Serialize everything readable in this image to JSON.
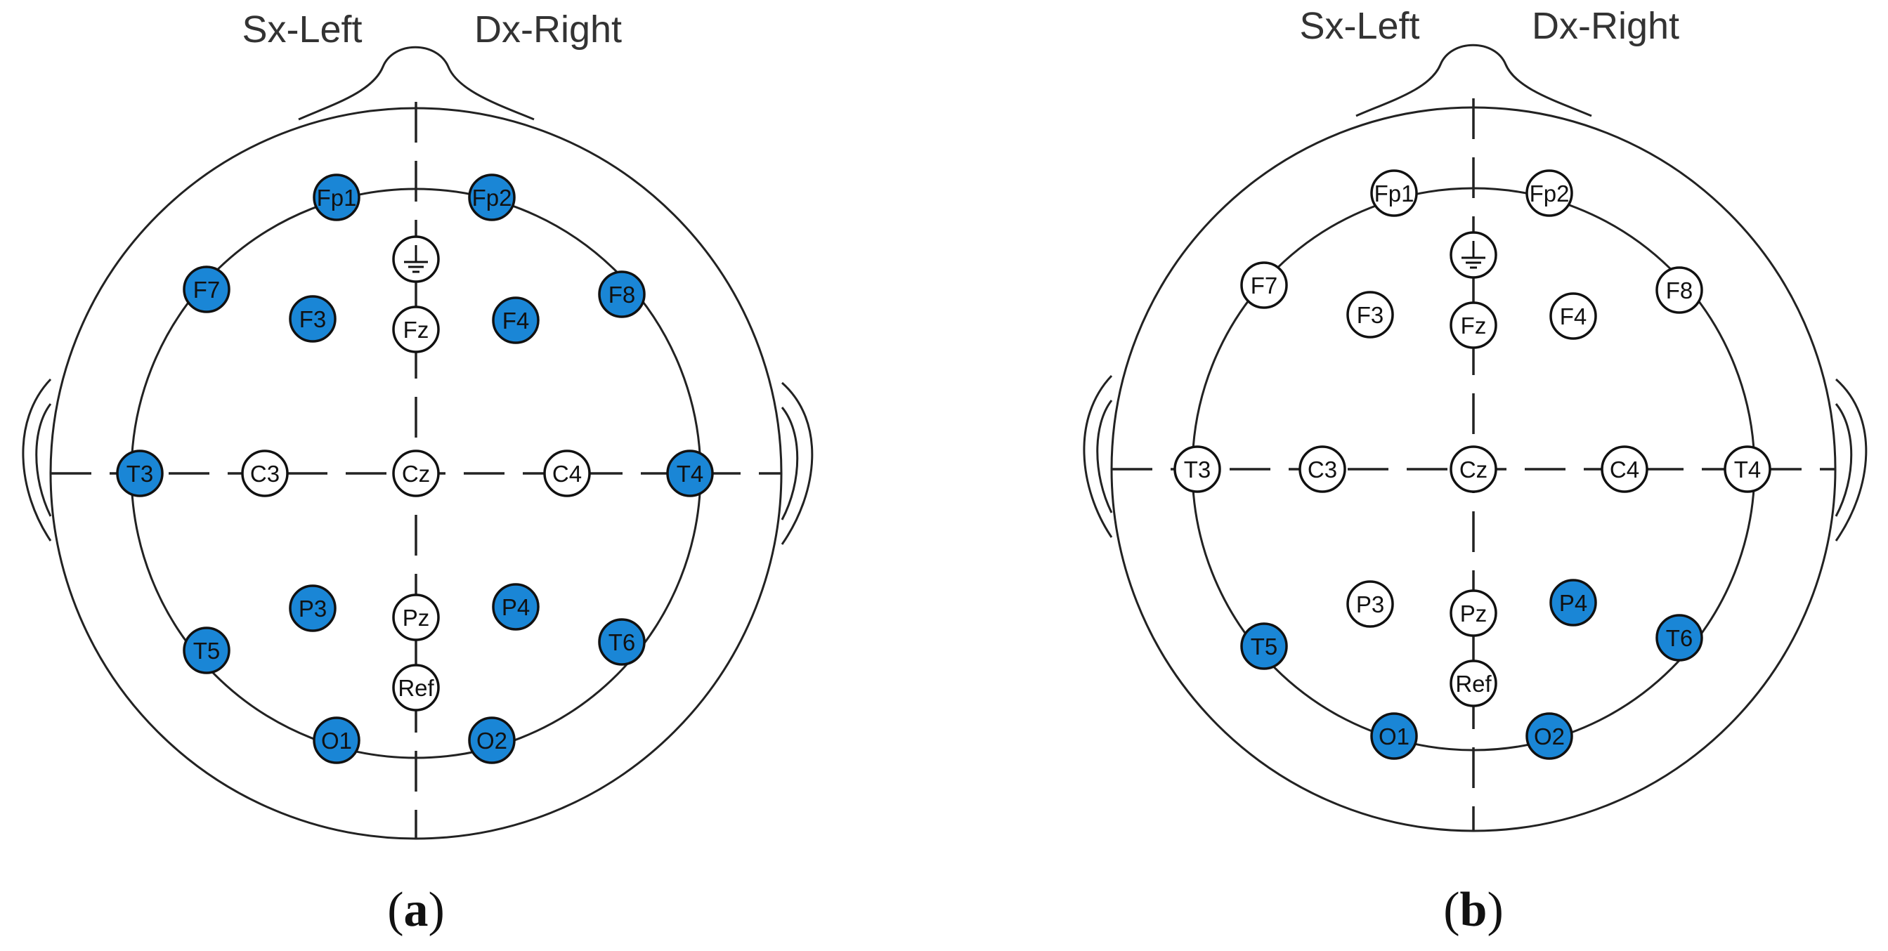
{
  "colors": {
    "active": "#1a86d6",
    "inactive": "#ffffff",
    "stroke": "#111111"
  },
  "panels": [
    {
      "id": "a",
      "labels": {
        "left": "Sx-Left",
        "right": "Dx-Right",
        "caption_open": "(",
        "caption_letter": "a",
        "caption_close": ")"
      },
      "electrodes": [
        {
          "name": "Fp1",
          "active": true
        },
        {
          "name": "Fp2",
          "active": true
        },
        {
          "name": "ground",
          "active": false,
          "icon": "ground-icon"
        },
        {
          "name": "F7",
          "active": true
        },
        {
          "name": "F3",
          "active": true
        },
        {
          "name": "Fz",
          "active": false
        },
        {
          "name": "F4",
          "active": true
        },
        {
          "name": "F8",
          "active": true
        },
        {
          "name": "T3",
          "active": true
        },
        {
          "name": "C3",
          "active": false
        },
        {
          "name": "Cz",
          "active": false
        },
        {
          "name": "C4",
          "active": false
        },
        {
          "name": "T4",
          "active": true
        },
        {
          "name": "P3",
          "active": true
        },
        {
          "name": "Pz",
          "active": false
        },
        {
          "name": "P4",
          "active": true
        },
        {
          "name": "T5",
          "active": true
        },
        {
          "name": "T6",
          "active": true
        },
        {
          "name": "Ref",
          "active": false
        },
        {
          "name": "O1",
          "active": true
        },
        {
          "name": "O2",
          "active": true
        }
      ]
    },
    {
      "id": "b",
      "labels": {
        "left": "Sx-Left",
        "right": "Dx-Right",
        "caption_open": "(",
        "caption_letter": "b",
        "caption_close": ")"
      },
      "electrodes": [
        {
          "name": "Fp1",
          "active": false
        },
        {
          "name": "Fp2",
          "active": false
        },
        {
          "name": "ground",
          "active": false,
          "icon": "ground-icon"
        },
        {
          "name": "F7",
          "active": false
        },
        {
          "name": "F3",
          "active": false
        },
        {
          "name": "Fz",
          "active": false
        },
        {
          "name": "F4",
          "active": false
        },
        {
          "name": "F8",
          "active": false
        },
        {
          "name": "T3",
          "active": false
        },
        {
          "name": "C3",
          "active": false
        },
        {
          "name": "Cz",
          "active": false
        },
        {
          "name": "C4",
          "active": false
        },
        {
          "name": "T4",
          "active": false
        },
        {
          "name": "P3",
          "active": false
        },
        {
          "name": "Pz",
          "active": false
        },
        {
          "name": "P4",
          "active": true
        },
        {
          "name": "T5",
          "active": true
        },
        {
          "name": "T6",
          "active": true
        },
        {
          "name": "Ref",
          "active": false
        },
        {
          "name": "O1",
          "active": true
        },
        {
          "name": "O2",
          "active": true
        }
      ]
    }
  ]
}
